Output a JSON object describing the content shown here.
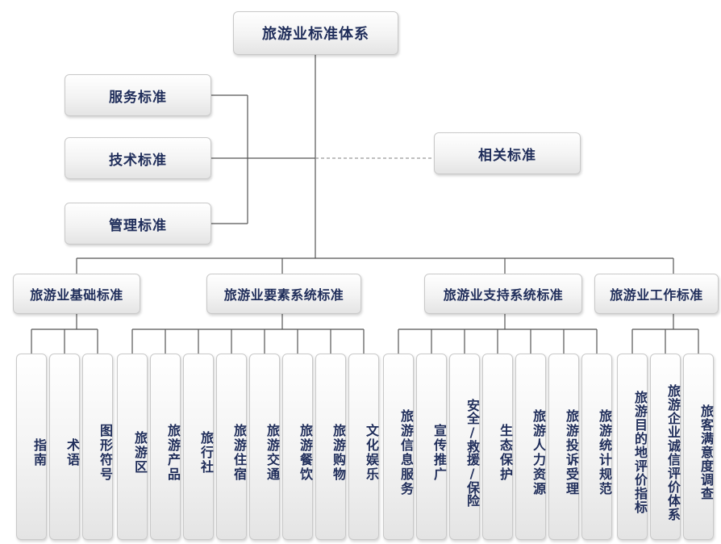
{
  "root": "旅游业标准体系",
  "left_boxes": [
    "服务标准",
    "技术标准",
    "管理标准"
  ],
  "related": "相关标准",
  "groups": [
    {
      "label": "旅游业基础标准",
      "children": [
        "指南",
        "术语",
        "图形符号"
      ]
    },
    {
      "label": "旅游业要素系统标准",
      "children": [
        "旅游区",
        "旅游产品",
        "旅行社",
        "旅游住宿",
        "旅游交通",
        "旅游餐饮",
        "旅游购物",
        "文化娱乐"
      ]
    },
    {
      "label": "旅游业支持系统标准",
      "children": [
        "旅游信息服务",
        "宣传推广",
        "安全/救援/保险",
        "生态保护",
        "旅游人力资源",
        "旅游投诉受理",
        "旅游统计规范"
      ]
    },
    {
      "label": "旅游业工作标准",
      "children": [
        "旅游目的地评价指标",
        "旅游企业诚信评价体系",
        "旅客满意度调查"
      ]
    }
  ],
  "colors": {
    "line": "#555555",
    "text": "#1f2d5a",
    "border": "#c9c9c9"
  }
}
